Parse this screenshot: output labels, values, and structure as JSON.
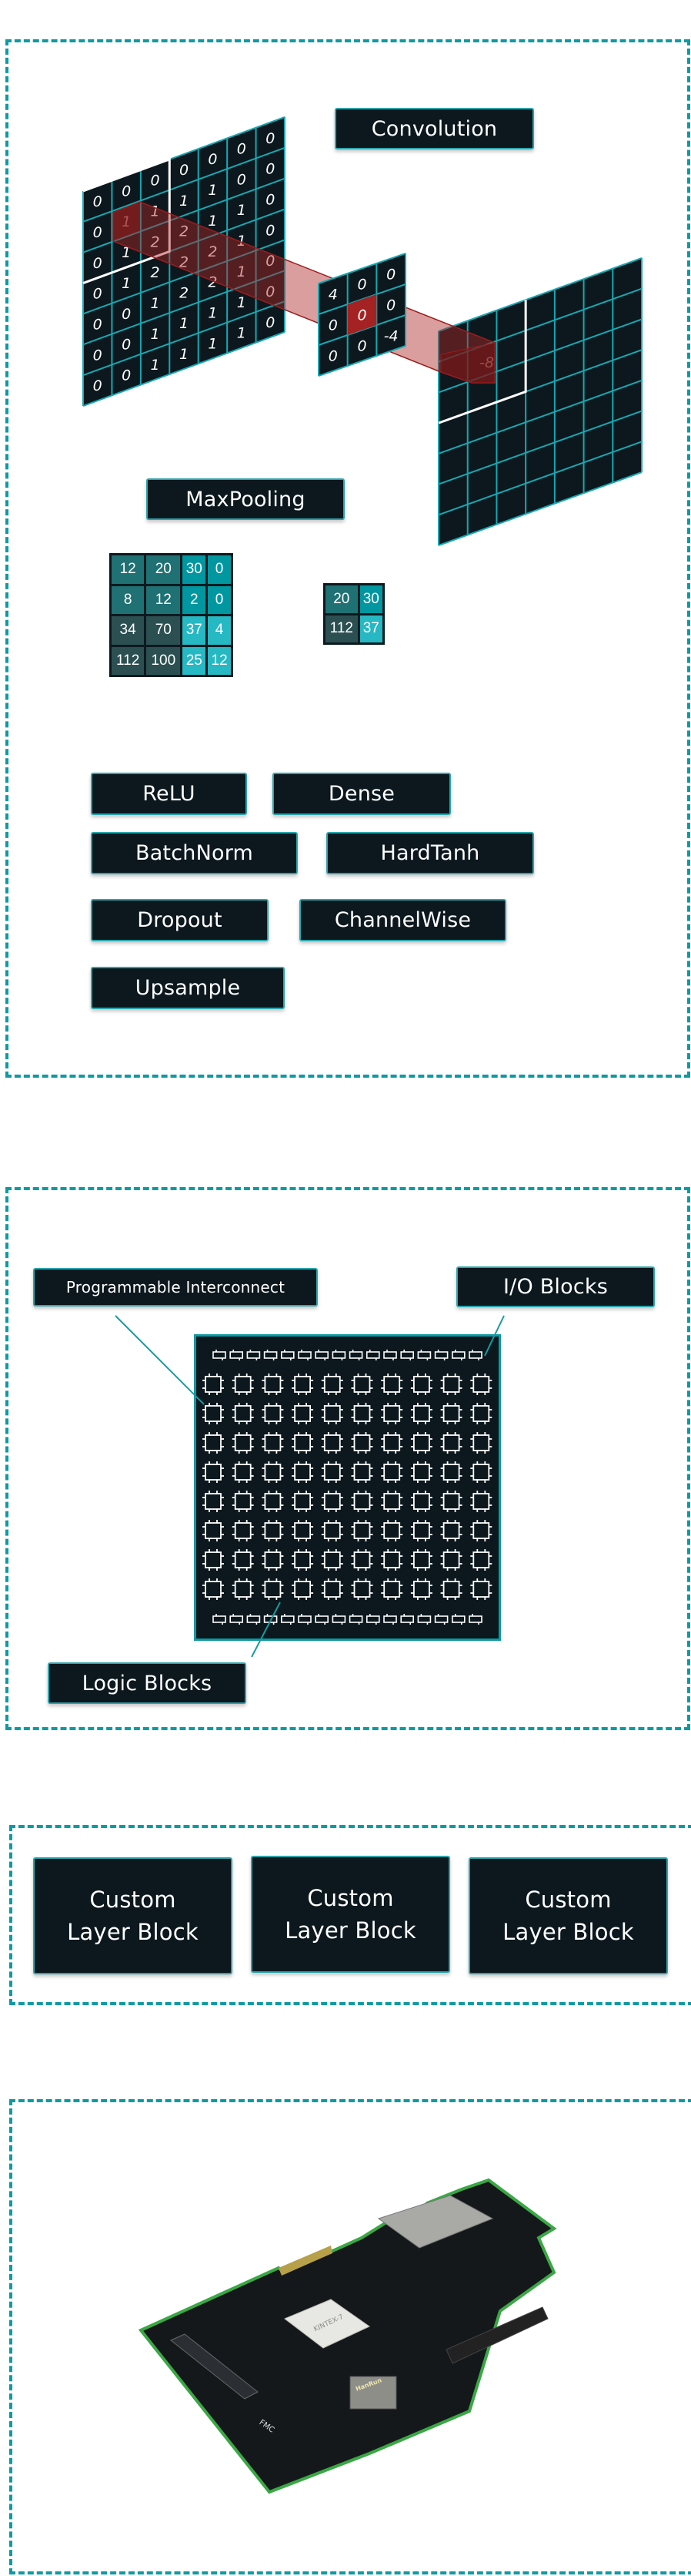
{
  "colors": {
    "dark": "#0c181e",
    "teal": "#0e9aa2",
    "label_border": "#2aa6ae",
    "highlight_red": "#a52222",
    "pool_quadrants": [
      "#1f7173",
      "#0097a0",
      "#2c5052",
      "#26b8c3"
    ]
  },
  "layers_panel": {
    "convolution_label": "Convolution",
    "maxpooling_label": "MaxPooling",
    "conv_input": [
      [
        "0",
        "0",
        "0",
        "0",
        "0",
        "0",
        "0"
      ],
      [
        "0",
        "1",
        "1",
        "1",
        "1",
        "0",
        "0"
      ],
      [
        "0",
        "1",
        "2",
        "2",
        "1",
        "1",
        "0"
      ],
      [
        "0",
        "1",
        "2",
        "2",
        "2",
        "1",
        "0"
      ],
      [
        "0",
        "0",
        "1",
        "2",
        "2",
        "1",
        "0"
      ],
      [
        "0",
        "0",
        "1",
        "1",
        "1",
        "1",
        "0"
      ],
      [
        "0",
        "0",
        "1",
        "1",
        "1",
        "1",
        "0"
      ]
    ],
    "conv_kernel": [
      [
        "4",
        "0",
        "0"
      ],
      [
        "0",
        "0",
        "0"
      ],
      [
        "0",
        "0",
        "-4"
      ]
    ],
    "conv_output_value": "-8",
    "pool_input": [
      [
        "12",
        "20",
        "30",
        "0"
      ],
      [
        "8",
        "12",
        "2",
        "0"
      ],
      [
        "34",
        "70",
        "37",
        "4"
      ],
      [
        "112",
        "100",
        "25",
        "12"
      ]
    ],
    "pool_output": [
      [
        "20",
        "30"
      ],
      [
        "112",
        "37"
      ]
    ],
    "layer_buttons": [
      "ReLU",
      "Dense",
      "BatchNorm",
      "HardTanh",
      "Dropout",
      "ChannelWise",
      "Upsample"
    ]
  },
  "fpga_panel": {
    "interconnect_label": "Programmable Interconnect",
    "io_label": "I/O Blocks",
    "logic_label": "Logic Blocks",
    "io_pads_per_row": 16,
    "logic_grid": {
      "cols": 10,
      "rows": 8
    }
  },
  "custom_panel": {
    "blocks": [
      {
        "line1": "Custom",
        "line2": "Layer Block"
      },
      {
        "line1": "Custom",
        "line2": "Layer Block"
      },
      {
        "line1": "Custom",
        "line2": "Layer Block"
      }
    ]
  },
  "board_panel": {
    "board_markings": [
      "KINTEX-7",
      "FMC",
      "HanRun"
    ]
  }
}
